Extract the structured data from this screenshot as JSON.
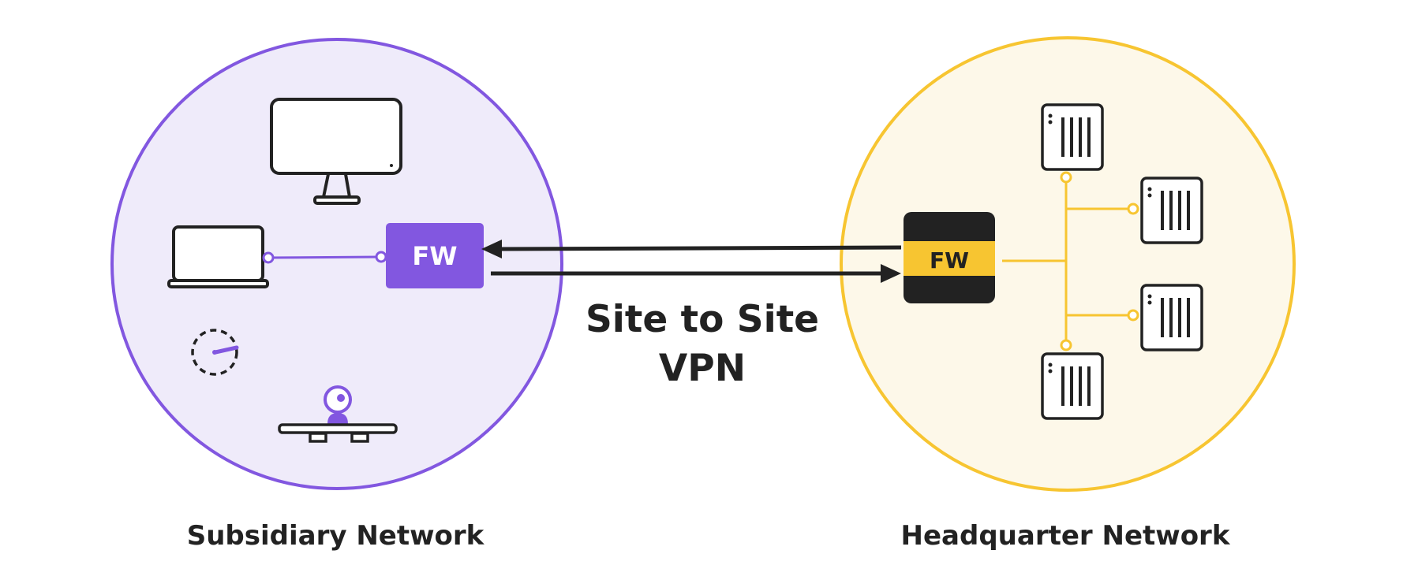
{
  "diagram": {
    "vpn_label_line1": "Site to Site",
    "vpn_label_line2": "VPN",
    "subsidiary": {
      "label": "Subsidiary Network",
      "firewall_label": "FW",
      "fill_color": "#efebfa",
      "stroke_color": "#8257e0",
      "devices": [
        "monitor-icon",
        "laptop-icon",
        "speedometer-icon",
        "webcam-icon"
      ]
    },
    "headquarter": {
      "label": "Headquarter Network",
      "firewall_label": "FW",
      "fill_color": "#fdf8e9",
      "stroke_color": "#f7c531",
      "devices": [
        "server-icon",
        "server-icon",
        "server-icon",
        "server-icon"
      ]
    },
    "colors": {
      "ink": "#222222",
      "purple": "#8257e0",
      "yellow": "#f7c531"
    }
  }
}
